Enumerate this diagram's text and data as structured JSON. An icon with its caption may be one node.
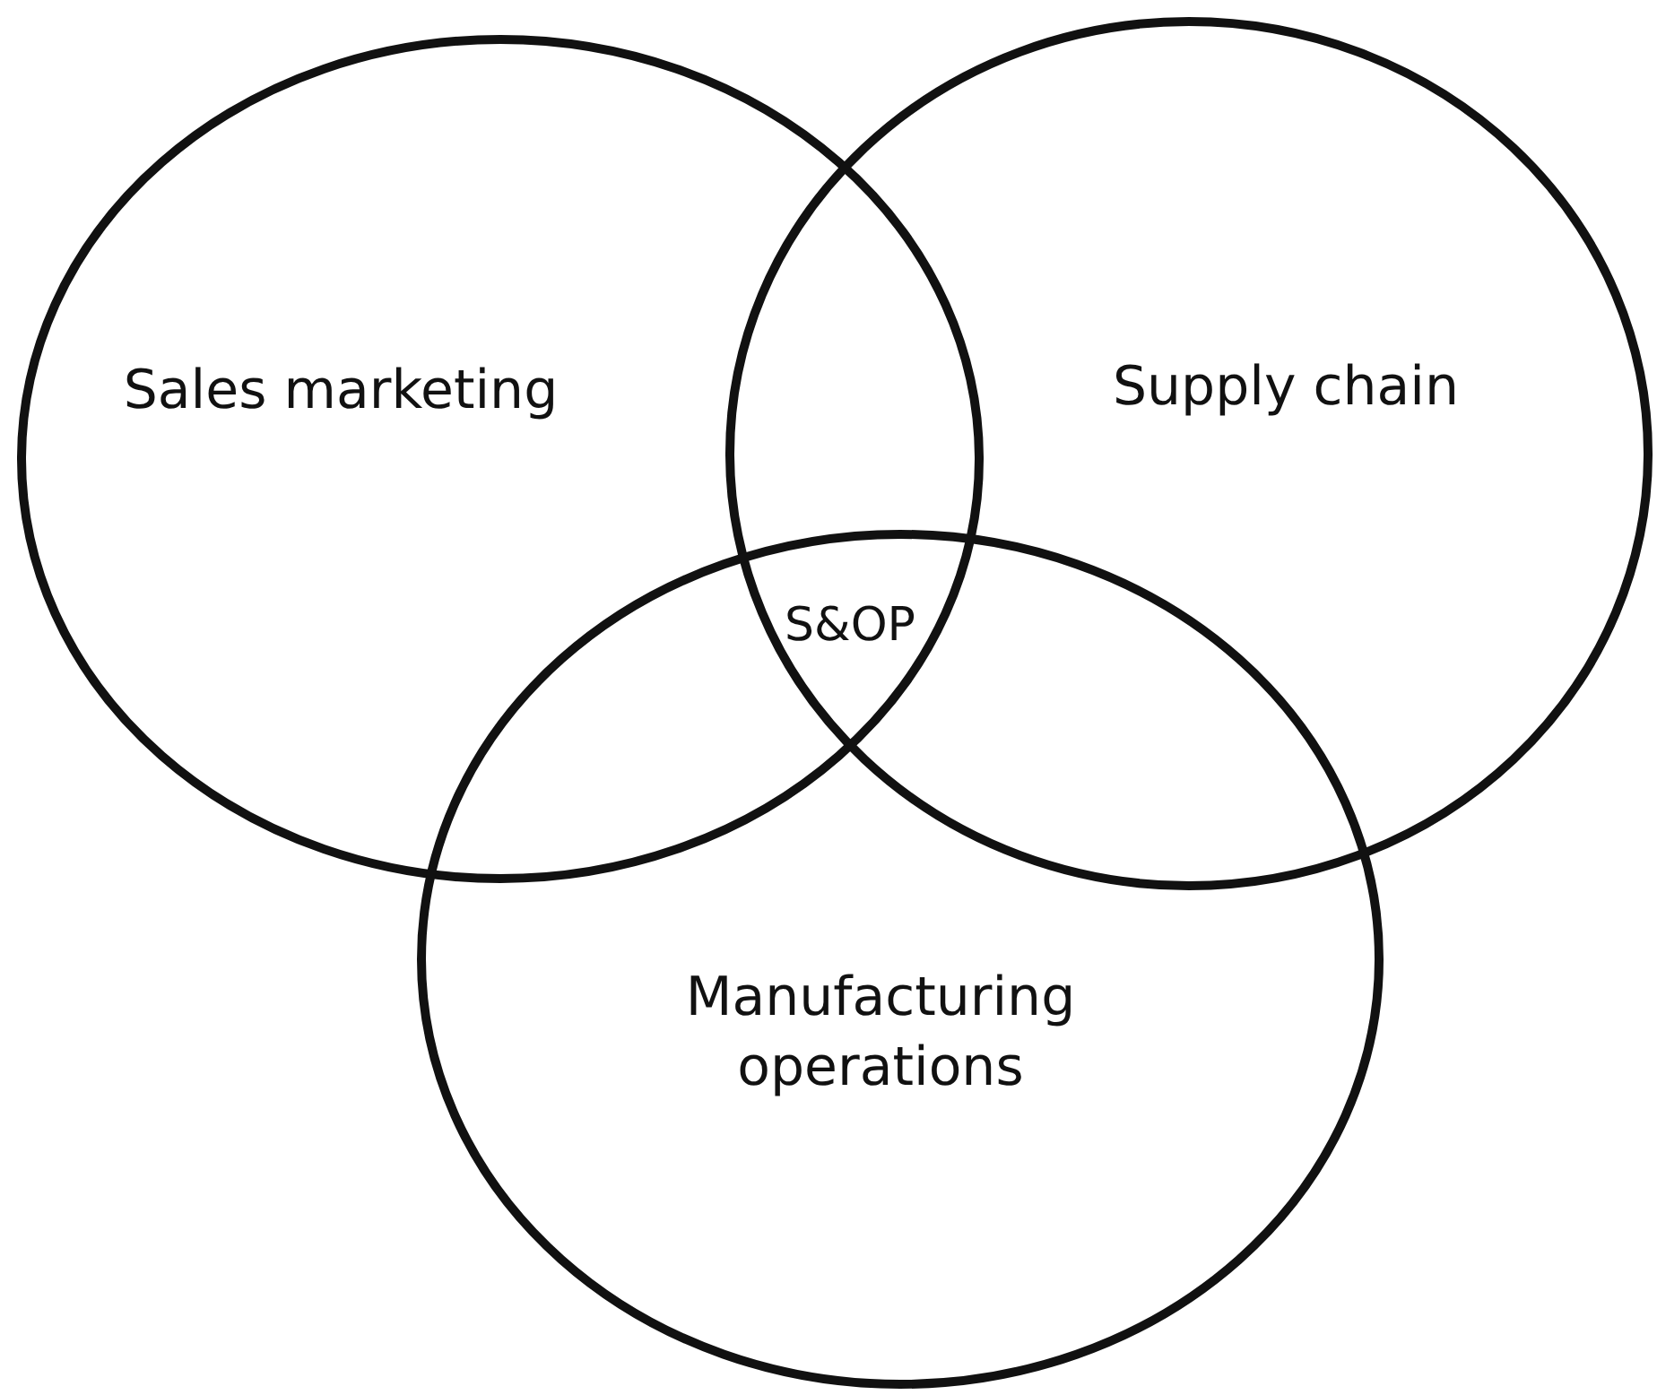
{
  "diagram": {
    "nodes": [
      {
        "text": [
          "Sales marketing"
        ]
      },
      {
        "text": [
          "Supply chain"
        ]
      },
      {
        "text": [
          "Manufacturing operations"
        ]
      }
    ],
    "labels": [
      "S&OP"
    ]
  }
}
